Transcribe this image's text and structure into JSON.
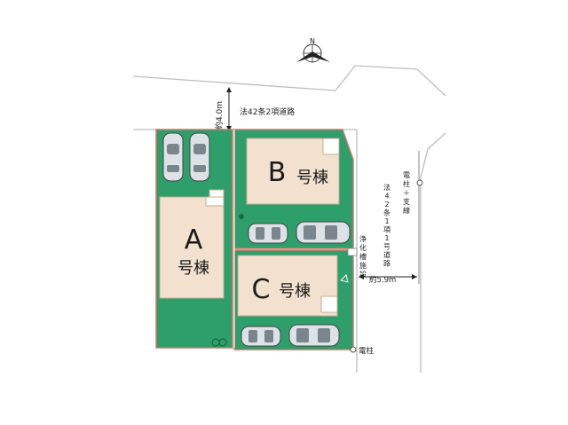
{
  "compass": {
    "north": "N",
    "icon": "compass-north-icon"
  },
  "roads": {
    "north_road": {
      "label": "法42条2項道路",
      "width": "約4.0m"
    },
    "east_road": {
      "label": "法42条1項1号道路",
      "width": "約5.9m"
    }
  },
  "buildings": {
    "a": {
      "letter": "A",
      "suffix": "号棟"
    },
    "b": {
      "letter": "B",
      "suffix": "号棟"
    },
    "c": {
      "letter": "C",
      "suffix": "号棟"
    }
  },
  "annotations": {
    "pole_support": "電柱＋支線",
    "septic": "浄化槽施設",
    "pole": "電柱"
  },
  "colors": {
    "lot_green": "#2e9e6a",
    "house_beige": "#f3e1cf",
    "boundary": "#c97a6a",
    "road_line": "#b9b9b9"
  }
}
